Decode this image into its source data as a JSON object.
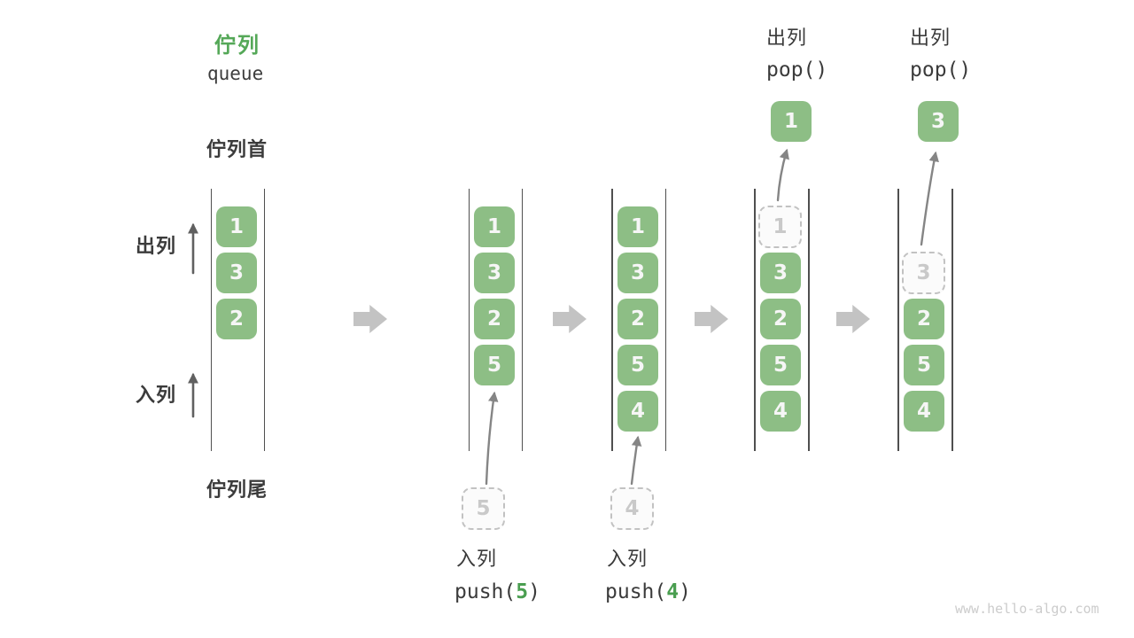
{
  "title": {
    "zh": "佇列",
    "en": "queue"
  },
  "side_labels": {
    "front": "佇列首",
    "rear": "佇列尾",
    "dequeue": "出列",
    "enqueue": "入列"
  },
  "columns": {
    "c1": {
      "cells": [
        "1",
        "3",
        "2"
      ]
    },
    "c2": {
      "cells": [
        "1",
        "3",
        "2",
        "5"
      ],
      "incoming": "5",
      "op": {
        "label": "入列",
        "fn": "push(",
        "arg": "5",
        "close": ")"
      }
    },
    "c3": {
      "cells": [
        "1",
        "3",
        "2",
        "5",
        "4"
      ],
      "incoming": "4",
      "op": {
        "label": "入列",
        "fn": "push(",
        "arg": "4",
        "close": ")"
      }
    },
    "c4": {
      "ghost": "1",
      "cells": [
        "3",
        "2",
        "5",
        "4"
      ],
      "popped": "1",
      "op": {
        "label": "出列",
        "code": "pop()"
      }
    },
    "c5": {
      "ghost": "3",
      "cells": [
        "2",
        "5",
        "4"
      ],
      "popped": "3",
      "op": {
        "label": "出列",
        "code": "pop()"
      }
    }
  },
  "watermark": "www.hello-algo.com",
  "colors": {
    "cell_green": "#8DBE85",
    "title_green": "#55A858",
    "code_arg_green": "#4A9E50",
    "text_dark": "#3B3B3B",
    "ghost_gray": "#C9C9C9",
    "step_arrow_gray": "#C3C3C3"
  }
}
